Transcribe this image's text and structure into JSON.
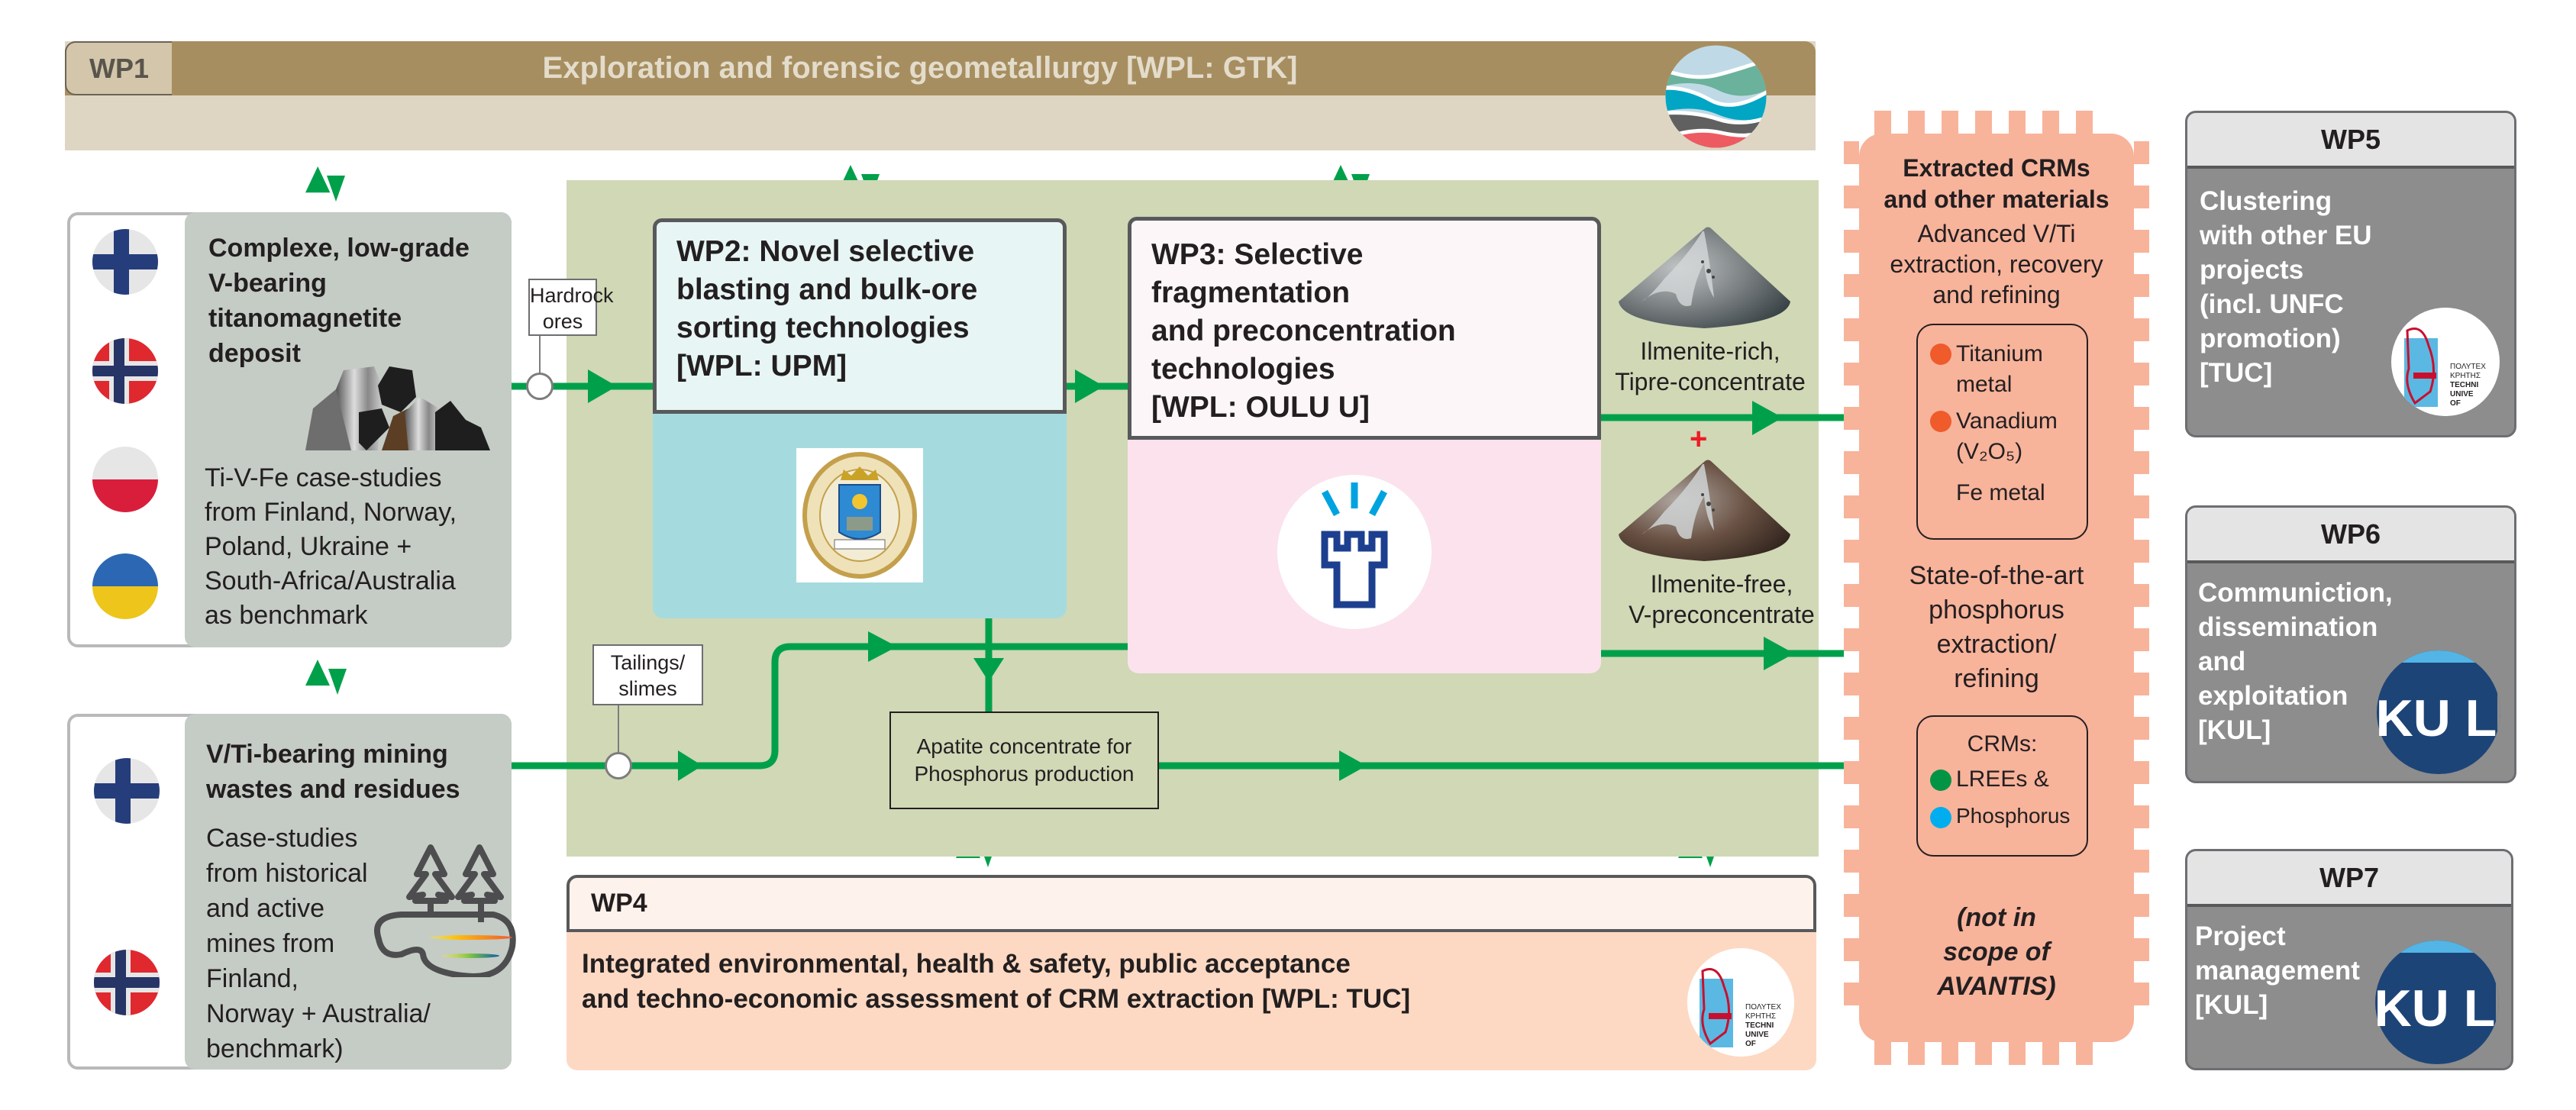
{
  "wp1": {
    "tag": "WP1",
    "title": "Exploration and forensic geometallurgy [WPL: GTK]",
    "logo": "gtk-logo"
  },
  "sites": [
    {
      "title": "Complexe, low-grade V-bearing titanomagnetite deposit",
      "title_lines": [
        "Complexe, low-grade",
        "V-bearing",
        "titanomagnetite",
        "deposit"
      ],
      "text_lines": [
        "Ti-V-Fe case-studies",
        "from Finland, Norway,",
        "Poland, Ukraine +",
        "South-Africa/Australia",
        "as benchmark"
      ],
      "flags": [
        "Finland",
        "Norway",
        "Poland",
        "Ukraine"
      ],
      "illustration": "ore-rocks-icon"
    },
    {
      "title": "V/Ti-bearing mining wastes and residues",
      "title_lines": [
        "V/Ti-bearing mining",
        "wastes and residues"
      ],
      "text_lines": [
        "Case-studies",
        "from historical",
        "and active",
        "mines from",
        "Finland,",
        "Norway + Australia/",
        "benchmark)"
      ],
      "flags": [
        "Finland",
        "Norway"
      ],
      "illustration": "tailings-pond-trees-icon"
    }
  ],
  "flow_labels": {
    "hardrock": [
      "Hardrock",
      "ores"
    ],
    "tailings": [
      "Tailings/",
      "slimes"
    ],
    "apatite": [
      "Apatite concentrate for",
      "Phosphorus production"
    ]
  },
  "wp2": {
    "title_lines": [
      "WP2: Novel selective",
      "blasting and bulk-ore",
      "sorting technologies",
      "[WPL: UPM]"
    ],
    "logo": "upm-logo"
  },
  "wp3": {
    "title_lines": [
      "WP3: Selective",
      "fragmentation",
      "and preconcentration",
      "technologies",
      "[WPL: OULU U]"
    ],
    "logo": "oulu-logo"
  },
  "concentrates": [
    {
      "lines": [
        "Ilmenite-rich,",
        "Tipre-concentrate"
      ],
      "color": "#3a4246"
    },
    {
      "lines": [
        "Ilmenite-free,",
        "V-preconcentrate"
      ],
      "color": "#4a3a30"
    }
  ],
  "plus_sign": "+",
  "crm": {
    "heading_lines": [
      "Extracted CRMs",
      "and other materials"
    ],
    "section1_lines": [
      "Advanced V/Ti",
      "extraction, recovery",
      "and refining"
    ],
    "products1": [
      {
        "label_lines": [
          "Titanium",
          "metal"
        ],
        "dot_color": "#ef5b2b"
      },
      {
        "label_lines": [
          "Vanadium",
          "(V₂O₅)"
        ],
        "dot_color": "#ef5b2b"
      },
      {
        "label_lines": [
          "Fe metal"
        ],
        "dot_color": null
      }
    ],
    "section2_lines": [
      "State-of-the-art",
      "phosphorus",
      "extraction/",
      "refining"
    ],
    "products2_heading": "CRMs:",
    "products2": [
      {
        "label": "LREEs &",
        "dot_color": "#009444"
      },
      {
        "label": "Phosphorus",
        "dot_color": "#00aeef"
      }
    ],
    "note_lines": [
      "(not in",
      "scope of",
      "AVANTIS)"
    ]
  },
  "wp4": {
    "tag": "WP4",
    "text_lines": [
      "Integrated environmental, health & safety, public acceptance",
      "and techno-economic assessment of CRM extraction [WPL: TUC]"
    ],
    "logo": "tuc-logo"
  },
  "side_wps": [
    {
      "tag": "WP5",
      "text_lines": [
        "Clustering",
        "with other EU",
        "projects",
        "(incl. UNFC",
        "promotion)",
        "[TUC]"
      ],
      "logo": "tuc-logo"
    },
    {
      "tag": "WP6",
      "text_lines": [
        "Communiction,",
        "dissemination",
        "and",
        "exploitation",
        "[KUL]"
      ],
      "logo": "kul-logo",
      "logo_text": "KU L"
    },
    {
      "tag": "WP7",
      "text_lines": [
        "Project",
        "management",
        "[KUL]"
      ],
      "logo": "kul-logo",
      "logo_text": "KU L"
    }
  ],
  "tuc_logo_text": [
    "ΠΟΛΥΤΕΧ",
    "ΚΡΗΤΗΣ",
    "TECHNI",
    "UNIVE",
    "OF"
  ],
  "colors": {
    "flow_green": "#00a04b",
    "wp1_bar": "#a78e60",
    "wp1_body": "#ded6c3",
    "process_area": "#d0d8b6",
    "crm_box": "#f8b39b",
    "wp_side_body": "#8d8d8d",
    "wp4_body": "#fdd9c3",
    "plus_red": "#ed1c24",
    "kul_blue": "#1d4477"
  }
}
